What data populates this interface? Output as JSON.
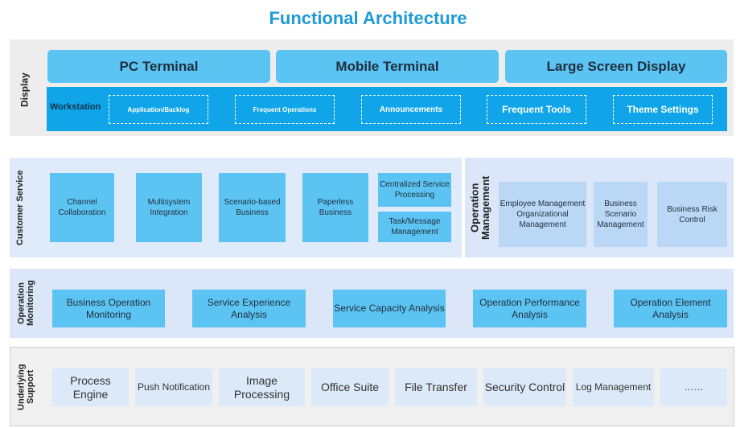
{
  "title": "Functional Architecture",
  "colors": {
    "title": "#1f9ad6",
    "primary_box": "#5cc4f2",
    "workstation_bar": "#10a5e8",
    "light_box": "#bad8f6"
  },
  "display": {
    "label": "Display",
    "terminals": [
      "PC Terminal",
      "Mobile Terminal",
      "Large Screen Display"
    ],
    "workstation_label": "Workstation",
    "workstation_items": [
      "Application/Backlog",
      "Frequent Operations",
      "Announcements",
      "Frequent Tools",
      "Theme Settings"
    ]
  },
  "customer_service": {
    "label": "Customer Service",
    "items": [
      "Channel Collaboration",
      "Multisystem Integration",
      "Scenario-based Business",
      "Paperless Business",
      "Centralized Service Processing",
      "Task/Message Management"
    ]
  },
  "operation_management": {
    "label": "Operation Management",
    "items": [
      "Employee Management Organizational Management",
      "Business Scenario Management",
      "Business Risk Control"
    ]
  },
  "operation_monitoring": {
    "label": "Operation Monitoring",
    "items": [
      "Business Operation Monitoring",
      "Service Experience Analysis",
      "Service Capacity Analysis",
      "Operation Performance Analysis",
      "Operation Element Analysis"
    ]
  },
  "underlying_support": {
    "label": "Underlying Support",
    "items": [
      "Process Engine",
      "Push Notification",
      "Image Processing",
      "Office Suite",
      "File Transfer",
      "Security Control",
      "Log Management",
      "……"
    ]
  }
}
